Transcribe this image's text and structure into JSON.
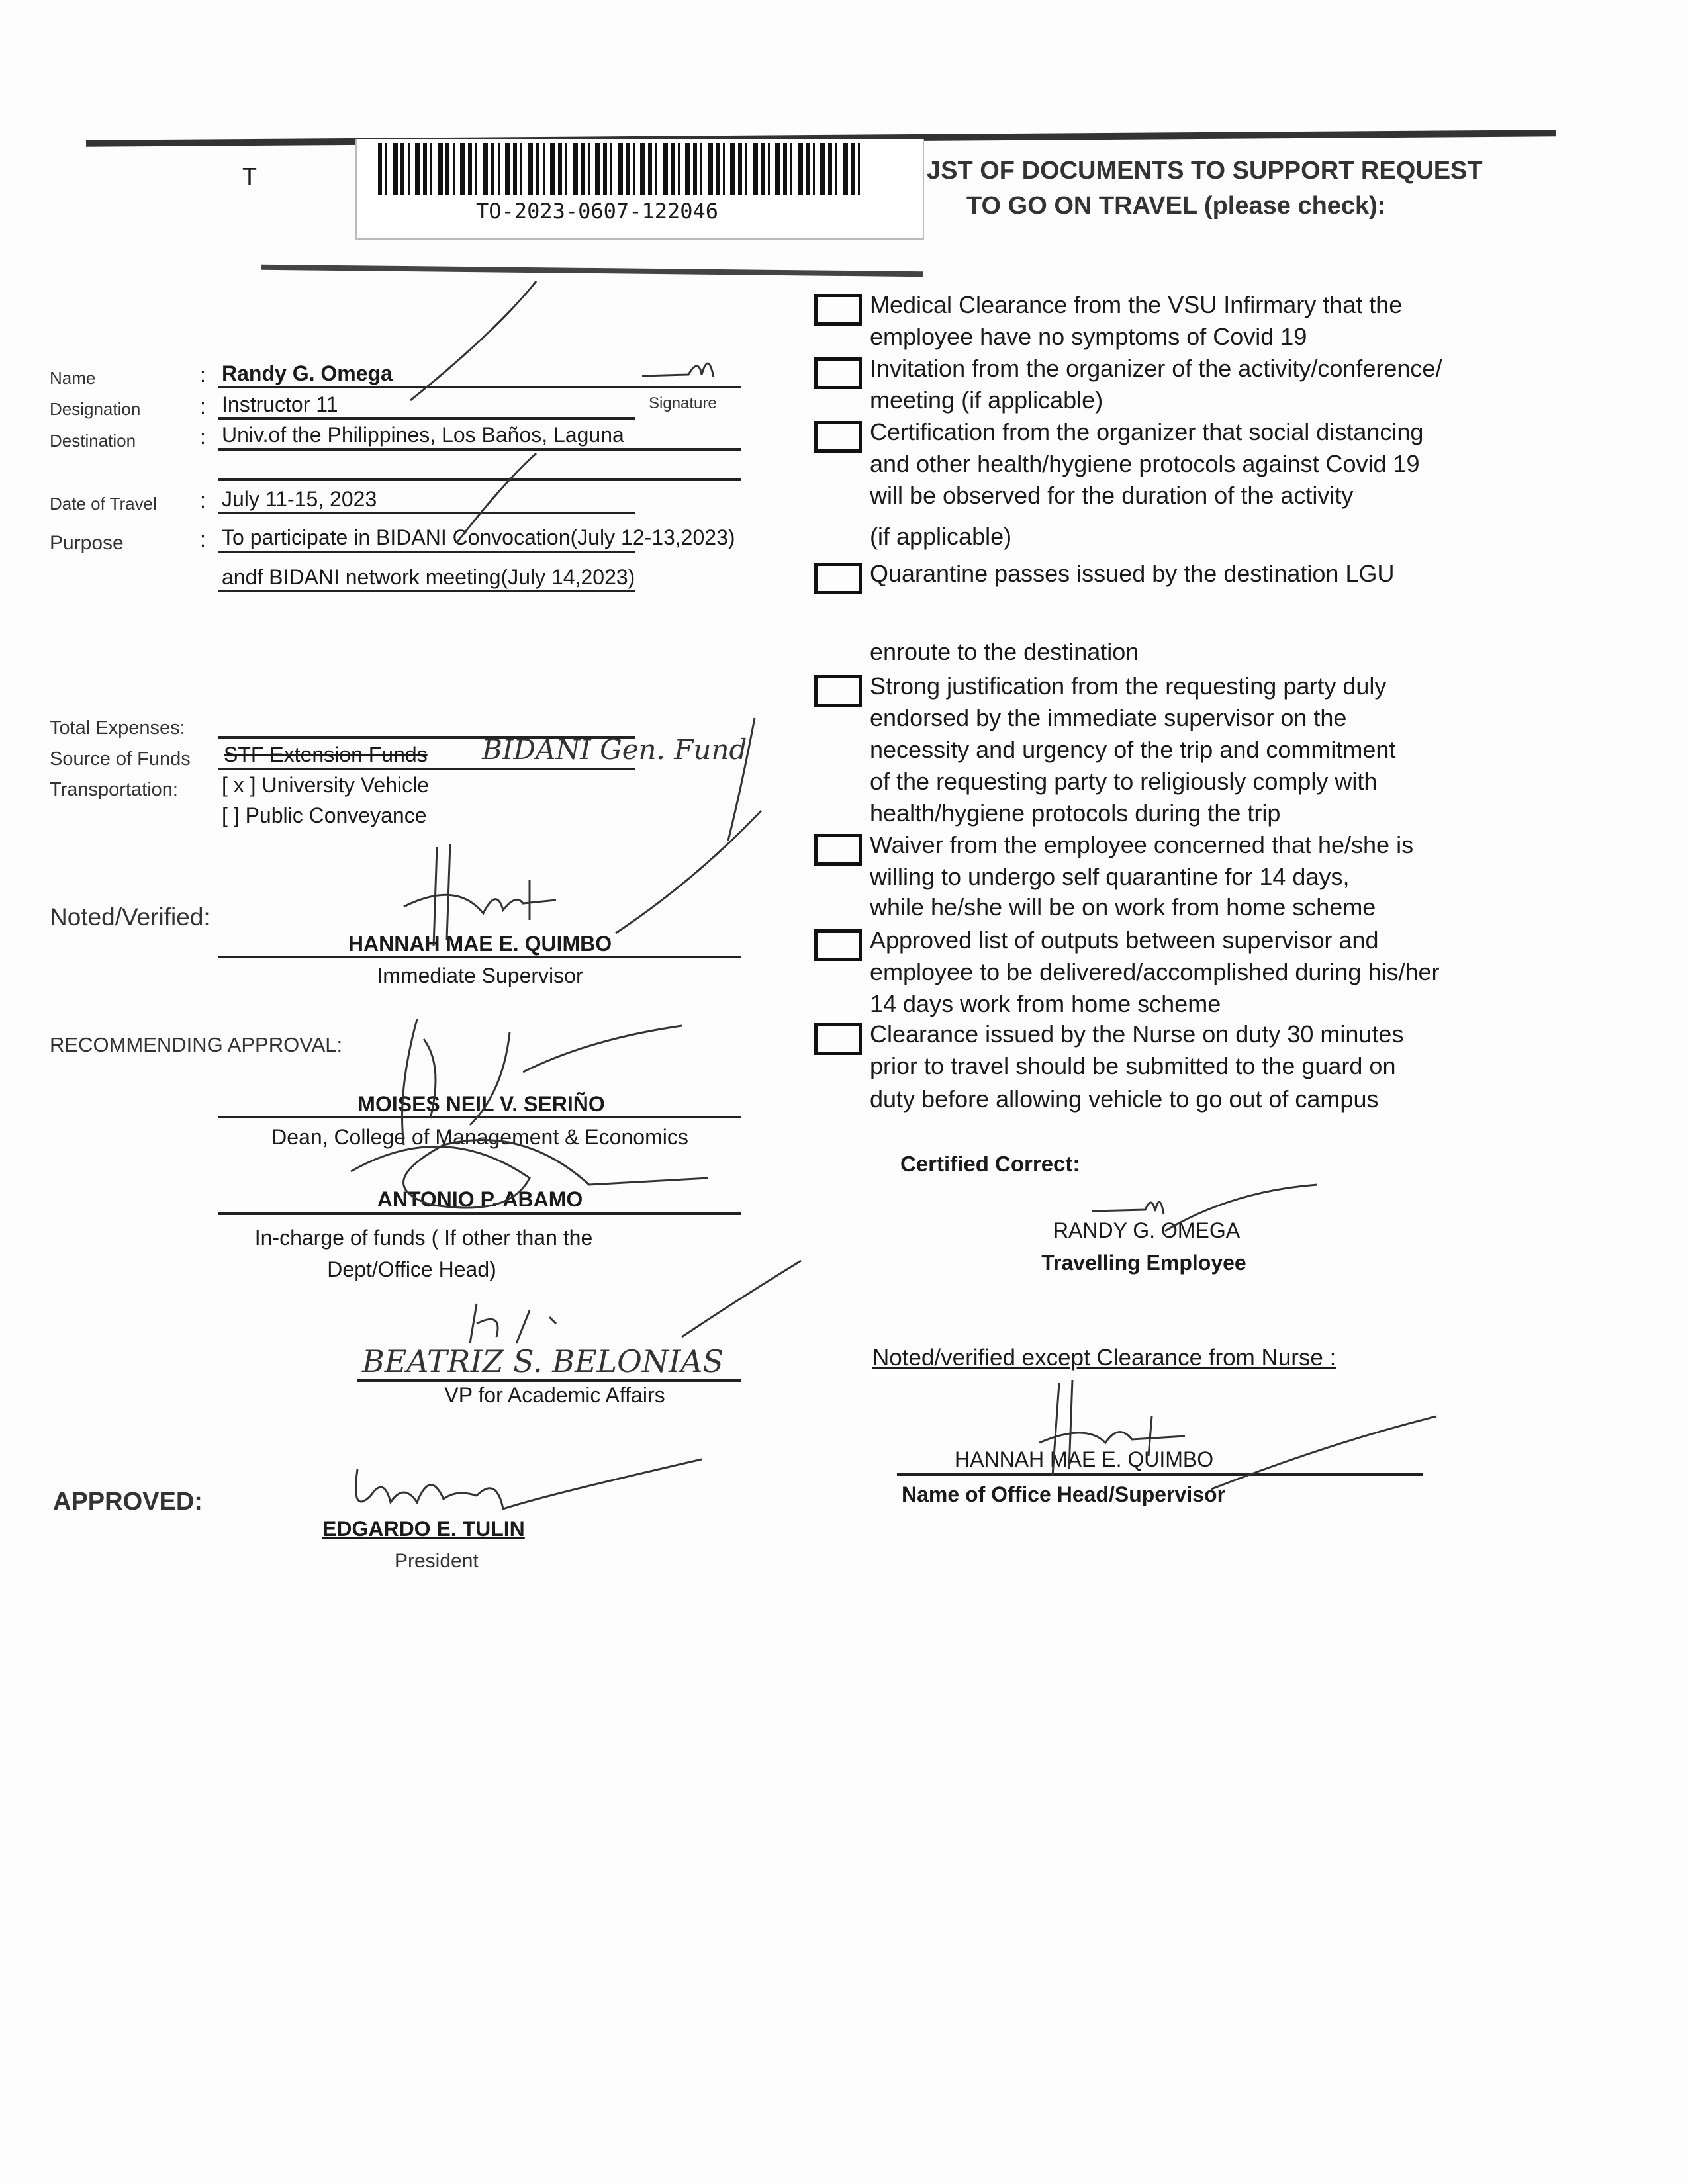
{
  "header": {
    "stray_letter": "T",
    "barcode_number": "TO-2023-0607-122046",
    "checklist_title_line1": "JST OF DOCUMENTS TO SUPPORT REQUEST",
    "checklist_title_line2": "TO GO ON TRAVEL (please check):"
  },
  "form": {
    "name_label": "Name",
    "name_value": "Randy G. Omega",
    "signature_label": "Signature",
    "designation_label": "Designation",
    "designation_value": "Instructor 11",
    "destination_label": "Destination",
    "destination_value": "Univ.of the Philippines, Los Baños, Laguna",
    "date_label": "Date of Travel",
    "date_value": "July 11-15, 2023",
    "purpose_label": "Purpose",
    "purpose_line1": "To participate in BIDANI Convocation(July 12-13,2023)",
    "purpose_line2": "andf BIDANI network meeting(July 14,2023)",
    "total_expenses_label": "Total Expenses:",
    "source_label": "Source of Funds",
    "source_value": "STF Extension Funds",
    "source_handwritten": "BIDANI Gen. Fund",
    "transport_label": "Transportation:",
    "transport_option1": "[ x ] University Vehicle",
    "transport_option2": "[    ] Public Conveyance",
    "colon": ":"
  },
  "signatories": {
    "noted_label": "Noted/Verified:",
    "supervisor_name": "HANNAH MAE E. QUIMBO",
    "supervisor_title": "Immediate Supervisor",
    "recommending_label": "RECOMMENDING APPROVAL:",
    "dean_name": "MOISES NEIL V. SERIÑO",
    "dean_title": "Dean, College of Management & Economics",
    "funds_name": "ANTONIO P. ABAMO",
    "funds_title_line1": "In-charge of  funds ( If other than the",
    "funds_title_line2": "Dept/Office Head)",
    "vp_name_handwritten": "BEATRIZ S. BELONIAS",
    "vp_title": "VP for Academic Affairs",
    "approved_label": "APPROVED:",
    "president_name": "EDGARDO E. TULIN",
    "president_title": "President"
  },
  "checklist": {
    "items": [
      {
        "lines": [
          "Medical Clearance from the VSU Infirmary that the",
          "employee have no symptoms of Covid 19"
        ],
        "checked": false
      },
      {
        "lines": [
          "Invitation from the organizer of the activity/conference/",
          "meeting (if applicable)"
        ],
        "checked": false
      },
      {
        "lines": [
          "Certification from the organizer that social distancing",
          "and other health/hygiene protocols against Covid 19",
          "will be observed for the duration of the activity",
          " (if applicable)"
        ],
        "checked": false
      },
      {
        "lines": [
          "Quarantine passes issued by the destination LGU",
          "enroute to the destination"
        ],
        "checked": false
      },
      {
        "lines": [
          "Strong justification from the requesting party duly",
          "endorsed by the immediate supervisor on the",
          "necessity and urgency of the trip and commitment",
          "of the requesting party to religiously comply with",
          "health/hygiene protocols during the trip"
        ],
        "checked": false
      },
      {
        "lines": [
          "Waiver from the employee concerned that he/she is",
          "willing to undergo self quarantine for 14 days,",
          "while he/she will be on work from home scheme"
        ],
        "checked": false
      },
      {
        "lines": [
          "Approved list of outputs between supervisor and",
          "employee to be delivered/accomplished during his/her",
          "14 days work from home scheme"
        ],
        "checked": false
      },
      {
        "lines": [
          "Clearance issued by the Nurse on duty 30 minutes",
          "prior to travel should be submitted to the guard on",
          "duty before allowing vehicle to go out of campus"
        ],
        "checked": false
      }
    ],
    "certified_label": "Certified Correct:",
    "employee_name": "RANDY G. OMEGA",
    "employee_title": "Travelling Employee",
    "noted_except_label": "Noted/verified except Clearance from Nurse :",
    "office_head_name": "HANNAH MAE E. QUIMBO",
    "office_head_title": "Name of Office Head/Supervisor"
  }
}
